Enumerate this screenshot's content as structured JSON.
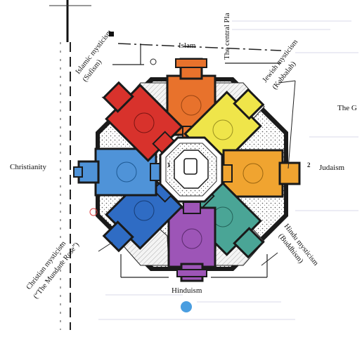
{
  "labels": {
    "islam": "Islam",
    "central_place": "The central Pla",
    "islamic_mysticism_1": "Islamic mysticism",
    "islamic_mysticism_2": "(Sufism)",
    "jewish_mysticism_1": "Jewish mysticism",
    "jewish_mysticism_2": "(Kabbalah)",
    "the_g": "The G",
    "christianity": "Christianity",
    "judaism": "Judaism",
    "num_1": "1",
    "num_2": "2",
    "christian_mysticism_1": "Christian mysticism",
    "christian_mysticism_2": "(“The Mundane Rose”)",
    "hindu_mysticism_1": "Hindu mysticism",
    "hindu_mysticism_2": "(Buddhism)",
    "hinduism": "Hinduism"
  },
  "colors": {
    "islam": "#e8722c",
    "jewish_mysticism": "#efe54a",
    "judaism": "#f0a430",
    "hindu_mysticism": "#4aa596",
    "hinduism": "#9d55b7",
    "christian_mysticism": "#2f6cc4",
    "christianity": "#4f93d8",
    "islamic_mysticism": "#d8322c",
    "outline": "#1a1a1a"
  }
}
